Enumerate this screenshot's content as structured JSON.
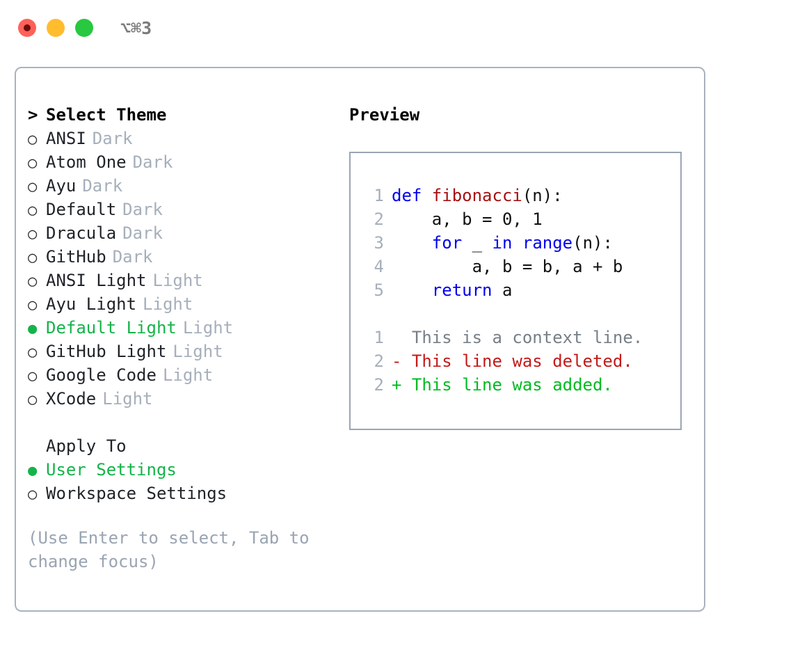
{
  "titlebar": {
    "shortcut": "⌥⌘3",
    "buttons": [
      {
        "name": "close",
        "color": "#ff6159"
      },
      {
        "name": "minimize",
        "color": "#ffbd2e"
      },
      {
        "name": "zoom",
        "color": "#28c840"
      }
    ]
  },
  "theme_picker": {
    "prompt_marker": ">",
    "prompt": "Select Theme",
    "marker_unselected": "○",
    "marker_selected": "●",
    "items": [
      {
        "name": "ANSI",
        "tag": "Dark",
        "selected": false
      },
      {
        "name": "Atom One",
        "tag": "Dark",
        "selected": false
      },
      {
        "name": "Ayu",
        "tag": "Dark",
        "selected": false
      },
      {
        "name": "Default",
        "tag": "Dark",
        "selected": false
      },
      {
        "name": "Dracula",
        "tag": "Dark",
        "selected": false
      },
      {
        "name": "GitHub",
        "tag": "Dark",
        "selected": false
      },
      {
        "name": "ANSI Light",
        "tag": "Light",
        "selected": false
      },
      {
        "name": "Ayu Light",
        "tag": "Light",
        "selected": false
      },
      {
        "name": "Default Light",
        "tag": "Light",
        "selected": true
      },
      {
        "name": "GitHub Light",
        "tag": "Light",
        "selected": false
      },
      {
        "name": "Google Code",
        "tag": "Light",
        "selected": false
      },
      {
        "name": "XCode",
        "tag": "Light",
        "selected": false
      }
    ]
  },
  "apply_to": {
    "header": "Apply To",
    "items": [
      {
        "name": "User Settings",
        "selected": true
      },
      {
        "name": "Workspace Settings",
        "selected": false
      }
    ]
  },
  "hint": "(Use Enter to select, Tab to change focus)",
  "preview": {
    "title": "Preview",
    "code_lines": [
      {
        "no": "1",
        "tokens": [
          {
            "t": "def ",
            "c": "kw"
          },
          {
            "t": "fibonacci",
            "c": "fn"
          },
          {
            "t": "(n):",
            "c": "pl"
          }
        ]
      },
      {
        "no": "2",
        "tokens": [
          {
            "t": "    a, b = 0, 1",
            "c": "pl"
          }
        ]
      },
      {
        "no": "3",
        "tokens": [
          {
            "t": "    ",
            "c": "pl"
          },
          {
            "t": "for",
            "c": "kw"
          },
          {
            "t": " _ ",
            "c": "pl"
          },
          {
            "t": "in",
            "c": "kw"
          },
          {
            "t": " ",
            "c": "pl"
          },
          {
            "t": "range",
            "c": "kw"
          },
          {
            "t": "(n):",
            "c": "pl"
          }
        ]
      },
      {
        "no": "4",
        "tokens": [
          {
            "t": "        a, b = b, a + b",
            "c": "pl"
          }
        ]
      },
      {
        "no": "5",
        "tokens": [
          {
            "t": "    ",
            "c": "pl"
          },
          {
            "t": "return",
            "c": "kw"
          },
          {
            "t": " a",
            "c": "pl"
          }
        ]
      }
    ],
    "diff_lines": [
      {
        "no": "1",
        "text": "  This is a context line.",
        "kind": "ctx"
      },
      {
        "no": "2",
        "text": "- This line was deleted.",
        "kind": "del"
      },
      {
        "no": "2",
        "text": "+ This line was added.",
        "kind": "add"
      }
    ]
  },
  "colors": {
    "accent_green": "#15b34a",
    "muted_gray": "#a6afbb",
    "keyword_blue": "#0000ee",
    "function_red": "#a51111",
    "diff_delete": "#c41a1a",
    "diff_add": "#00bb22",
    "border": "#aab2be"
  }
}
